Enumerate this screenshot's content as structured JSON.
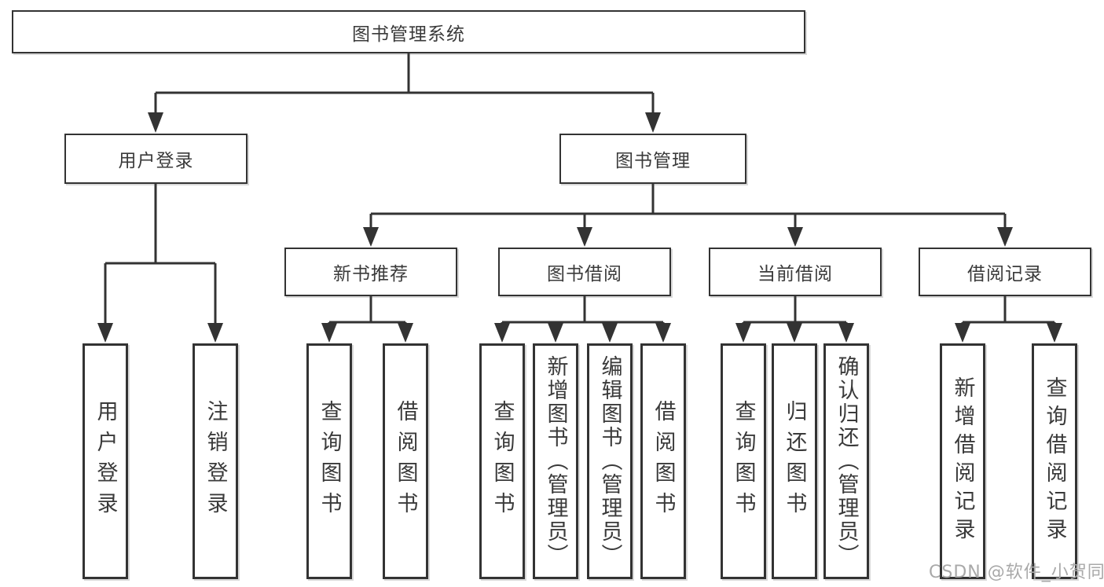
{
  "colors": {
    "line": "#333333",
    "border": "#333333",
    "text": "#3a3a3a",
    "watermark": "#a9a9a9"
  },
  "watermark": {
    "text": "CSDN @软件_小贺同学"
  },
  "tree": {
    "root": {
      "label": "图书管理系统",
      "children": [
        {
          "label": "用户登录",
          "children": [
            {
              "label": "用户登录"
            },
            {
              "label": "注销登录"
            }
          ]
        },
        {
          "label": "图书管理",
          "children": [
            {
              "label": "新书推荐",
              "children": [
                {
                  "label": "查询图书"
                },
                {
                  "label": "借阅图书"
                }
              ]
            },
            {
              "label": "图书借阅",
              "children": [
                {
                  "label": "查询图书"
                },
                {
                  "label": "新增图书（管理员）"
                },
                {
                  "label": "编辑图书（管理员）"
                },
                {
                  "label": "借阅图书"
                }
              ]
            },
            {
              "label": "当前借阅",
              "children": [
                {
                  "label": "查询图书"
                },
                {
                  "label": "归还图书"
                },
                {
                  "label": "确认归还（管理员）"
                }
              ]
            },
            {
              "label": "借阅记录",
              "children": [
                {
                  "label": "新增借阅记录"
                },
                {
                  "label": "查询借阅记录"
                }
              ]
            }
          ]
        }
      ]
    }
  }
}
